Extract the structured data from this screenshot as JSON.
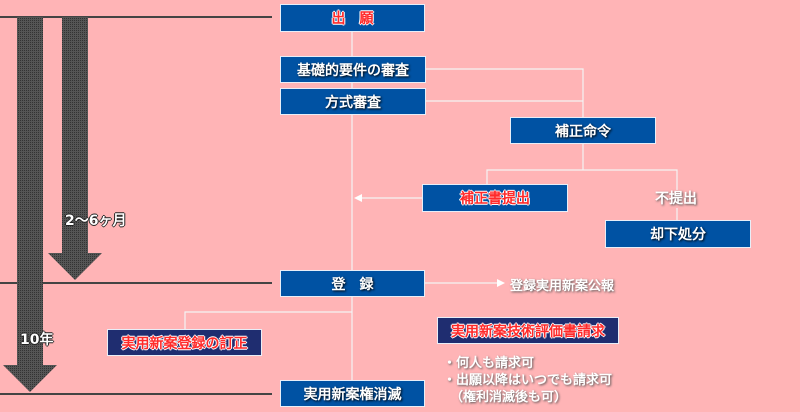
{
  "steps": {
    "filing": "出　願",
    "basic_exam": "基礎的要件の審査",
    "formal_exam": "方式審査",
    "amend_order": "補正命令",
    "amend_submit": "補正書提出",
    "no_submit": "不提出",
    "dismissal": "却下処分",
    "registration": "登　録",
    "gazette": "登録実用新案公報",
    "tech_eval": "実用新案技術評価書請求",
    "correction": "実用新案登録の訂正",
    "extinction": "実用新案権消滅"
  },
  "notes": [
    "・何人も請求可",
    "・出願以降はいつでも請求可",
    "（権利消滅後も可）"
  ],
  "durations": {
    "short": "2〜6ヶ月",
    "long": "10年"
  }
}
